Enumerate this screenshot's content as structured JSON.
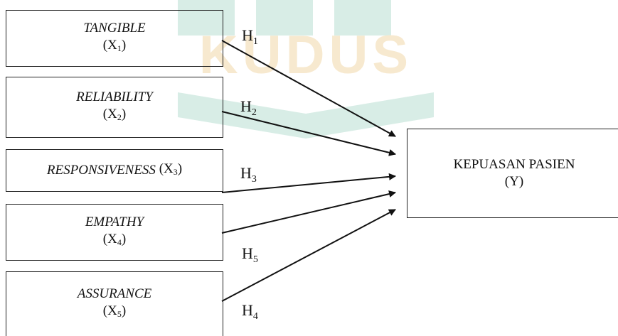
{
  "watermark": {
    "text": "KUDUS",
    "colors": {
      "text": "#f7e9cf",
      "shape": "#d8ede6"
    }
  },
  "variables": [
    {
      "name": "TANGIBLE",
      "code": "X",
      "sub": "1"
    },
    {
      "name": "RELIABILITY",
      "code": "X",
      "sub": "2"
    },
    {
      "name": "RESPONSIVENESS",
      "code": "X",
      "sub": "3"
    },
    {
      "name": "EMPATHY",
      "code": "X",
      "sub": "4"
    },
    {
      "name": "ASSURANCE",
      "code": "X",
      "sub": "5"
    }
  ],
  "target": {
    "name": "KEPUASAN PASIEN",
    "code": "(Y)"
  },
  "hypotheses": [
    {
      "h": "H",
      "sub": "1"
    },
    {
      "h": "H",
      "sub": "2"
    },
    {
      "h": "H",
      "sub": "3"
    },
    {
      "h": "H",
      "sub": "5"
    },
    {
      "h": "H",
      "sub": "4"
    }
  ],
  "colors": {
    "line": "#111111",
    "box_border": "#222222"
  }
}
